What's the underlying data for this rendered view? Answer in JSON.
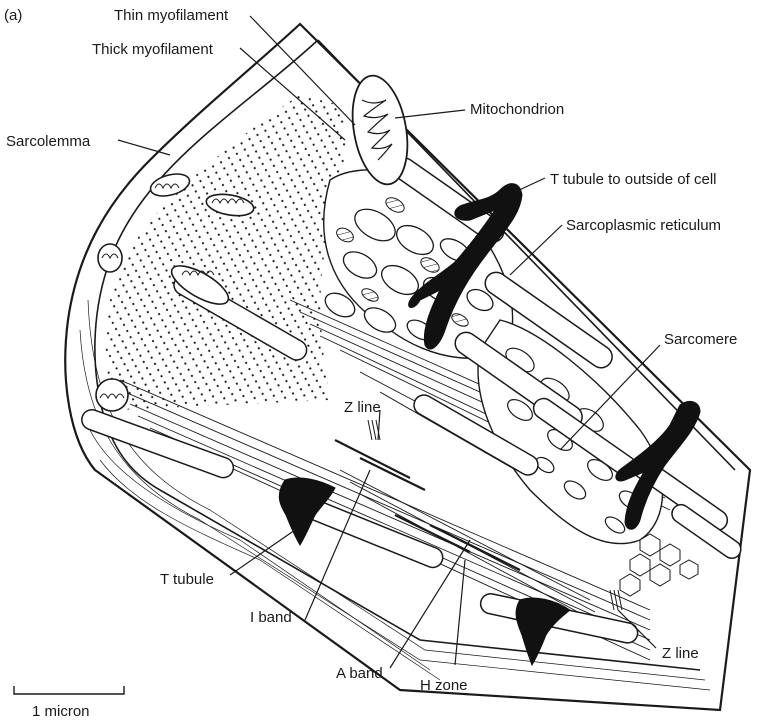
{
  "figure": {
    "panel_label": "(a)",
    "scale_bar_label": "1 micron"
  },
  "labels": {
    "thin_myofilament": "Thin myofilament",
    "thick_myofilament": "Thick myofilament",
    "sarcolemma": "Sarcolemma",
    "mitochondrion": "Mitochondrion",
    "t_tubule_outside": "T tubule to outside of cell",
    "sarcoplasmic_reticulum": "Sarcoplasmic reticulum",
    "sarcomere": "Sarcomere",
    "z_line_top": "Z line",
    "t_tubule": "T tubule",
    "i_band": "I band",
    "a_band": "A band",
    "h_zone": "H zone",
    "z_line_bottom": "Z line"
  }
}
